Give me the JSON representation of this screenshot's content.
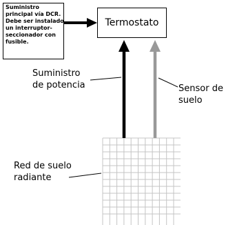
{
  "supply_note": {
    "lines": [
      "Suministro",
      "principal vía DCR.",
      "Debe ser instalado",
      "un interruptor-",
      "seccionador con",
      "fusible."
    ]
  },
  "thermostat": {
    "label": "Termostato"
  },
  "power_supply": {
    "lines": [
      "Suministro",
      "de potencia"
    ]
  },
  "floor_sensor": {
    "lines": [
      "Sensor de",
      "suelo"
    ]
  },
  "heating_mat": {
    "lines": [
      "Red de suelo",
      "radiante"
    ]
  },
  "colors": {
    "power_line": "#000000",
    "sensor_line": "#999999",
    "grid": "#c4c4c4"
  }
}
